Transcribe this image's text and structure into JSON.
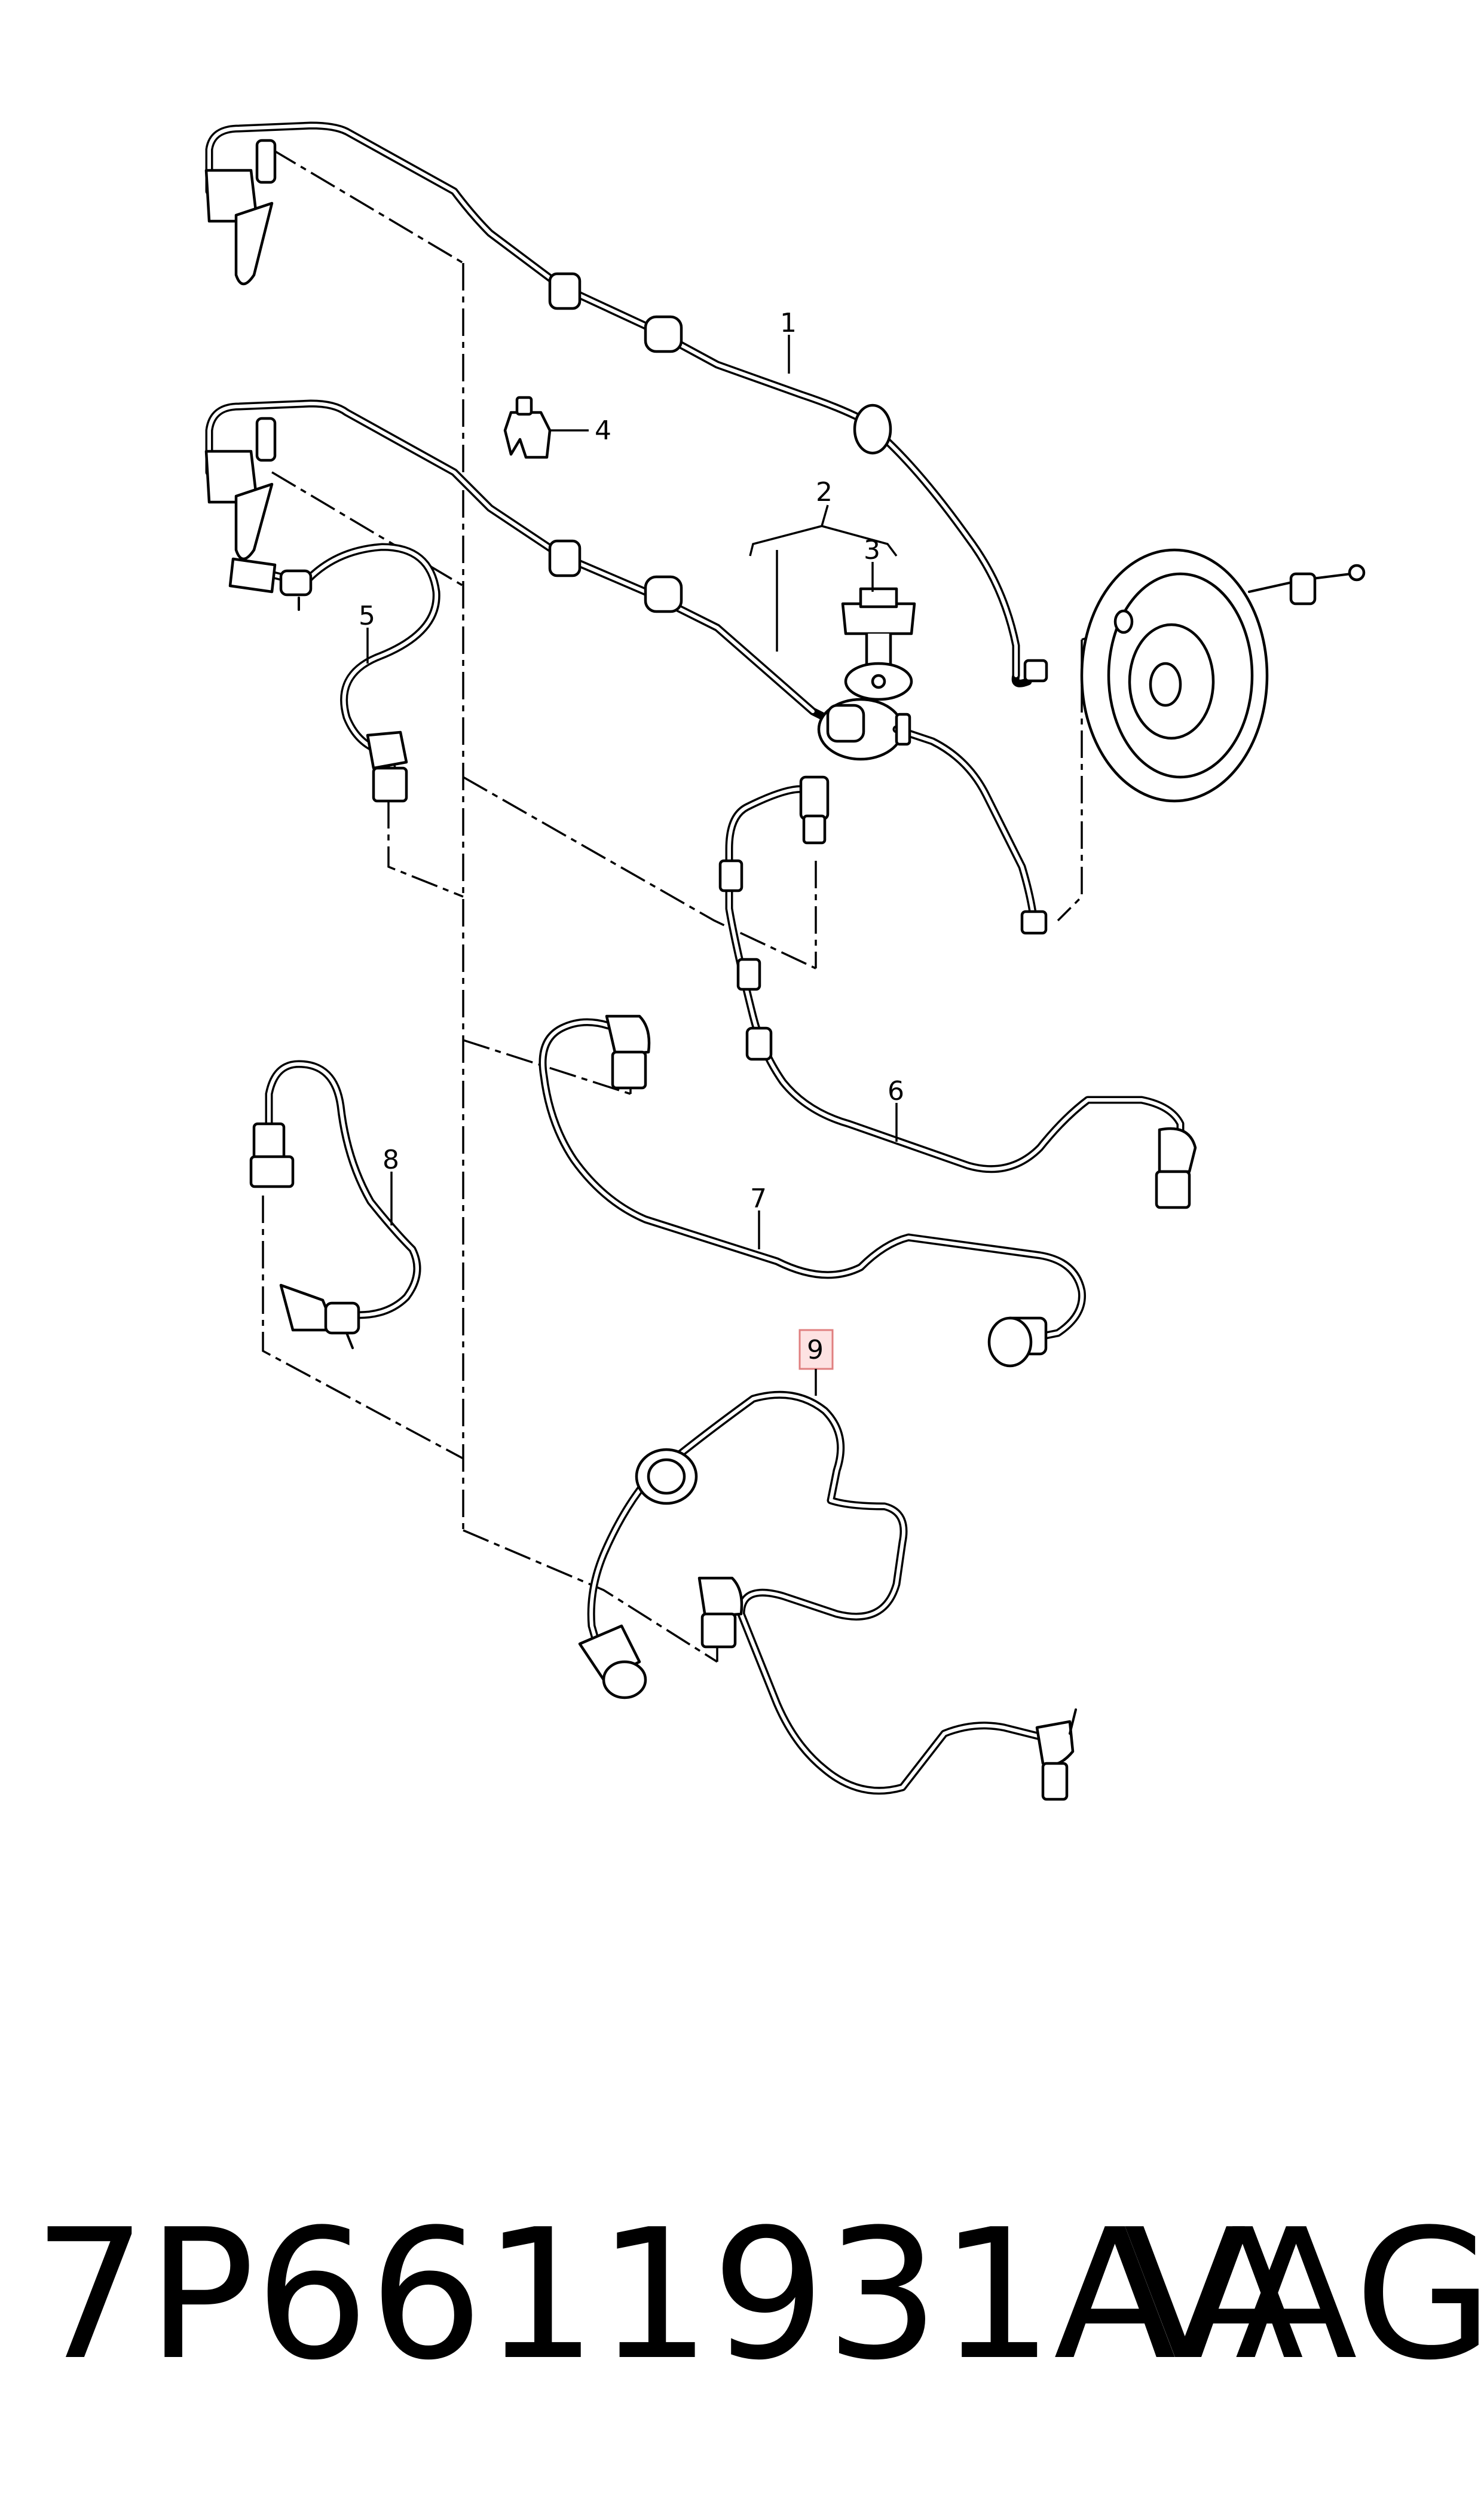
{
  "callouts": [
    {
      "id": "1",
      "label": "1"
    },
    {
      "id": "2",
      "label": "2"
    },
    {
      "id": "3",
      "label": "3"
    },
    {
      "id": "4",
      "label": "4"
    },
    {
      "id": "5",
      "label": "5"
    },
    {
      "id": "6",
      "label": "6"
    },
    {
      "id": "7",
      "label": "7"
    },
    {
      "id": "8",
      "label": "8"
    },
    {
      "id": "9",
      "label": "9",
      "highlighted": true
    }
  ],
  "colors": {
    "line": "#000000",
    "highlight_fill": "#fde2e2",
    "highlight_border": "#e08080"
  },
  "footer": {
    "part_number": "7P6611931AA",
    "brand": "VAG"
  }
}
